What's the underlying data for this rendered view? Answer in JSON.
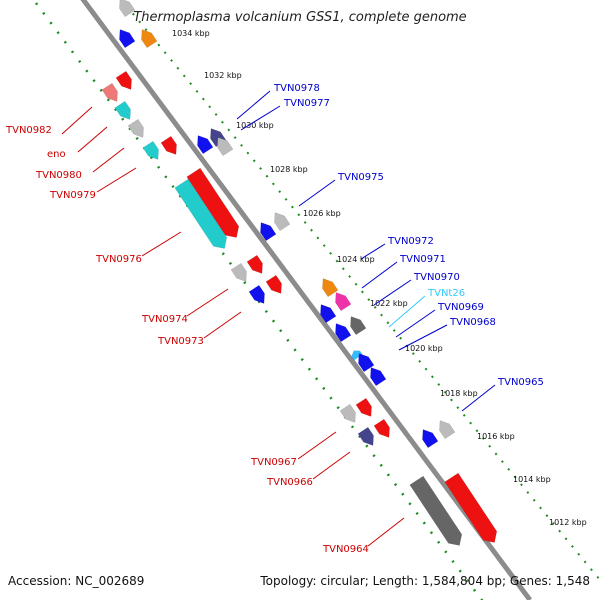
{
  "title": "Thermoplasma volcanium GSS1, complete genome",
  "footer": {
    "accession": "Accession: NC_002689",
    "topology": "Topology: circular; Length: 1,584,804 bp; Genes: 1,548"
  },
  "colors": {
    "backbone": "#8c8c8c",
    "scale_dots": "#1f8c1f",
    "forward_label": "#cc0000",
    "reverse_label": "#0000cc",
    "trna_label": "#33ccff"
  },
  "scale_ticks": [
    "1034 kbp",
    "1032 kbp",
    "1030 kbp",
    "1028 kbp",
    "1026 kbp",
    "1024 kbp",
    "1022 kbp",
    "1020 kbp",
    "1018 kbp",
    "1016 kbp",
    "1014 kbp",
    "1012 kbp"
  ],
  "forward_labels": [
    "TVN0982",
    "eno",
    "TVN0980",
    "TVN0979",
    "TVN0976",
    "TVN0974",
    "TVN0973",
    "TVN0967",
    "TVN0966",
    "TVN0964"
  ],
  "reverse_labels": [
    "TVN0978",
    "TVN0977",
    "TVN0975",
    "TVN0972",
    "TVN0971",
    "TVN0970",
    "TVNt26",
    "TVN0969",
    "TVN0968",
    "TVN0965"
  ],
  "features": [
    {
      "strand": "fwd",
      "color": "red",
      "size": "short"
    },
    {
      "strand": "fwd",
      "color": "pink",
      "size": "short"
    },
    {
      "strand": "fwd",
      "color": "teal",
      "size": "short"
    },
    {
      "strand": "fwd",
      "color": "gray",
      "size": "short"
    },
    {
      "strand": "fwd",
      "color": "teal",
      "size": "short"
    },
    {
      "strand": "fwd",
      "color": "red",
      "size": "short"
    },
    {
      "strand": "fwd",
      "color": "teal",
      "size": "long"
    },
    {
      "strand": "fwd",
      "color": "red",
      "size": "long"
    },
    {
      "strand": "fwd",
      "color": "gray",
      "size": "short"
    },
    {
      "strand": "fwd",
      "color": "red",
      "size": "short"
    },
    {
      "strand": "fwd",
      "color": "blue",
      "size": "short"
    },
    {
      "strand": "fwd",
      "color": "red",
      "size": "short"
    },
    {
      "strand": "fwd",
      "color": "gray",
      "size": "short"
    },
    {
      "strand": "fwd",
      "color": "red",
      "size": "short"
    },
    {
      "strand": "fwd",
      "color": "navy",
      "size": "short"
    },
    {
      "strand": "fwd",
      "color": "red",
      "size": "short"
    },
    {
      "strand": "fwd",
      "color": "darkgray",
      "size": "long"
    },
    {
      "strand": "fwd",
      "color": "red",
      "size": "long"
    },
    {
      "strand": "rev",
      "color": "gray",
      "size": "short"
    },
    {
      "strand": "rev",
      "color": "orange",
      "size": "short"
    },
    {
      "strand": "rev",
      "color": "blue",
      "size": "short"
    },
    {
      "strand": "rev",
      "color": "navy",
      "size": "short"
    },
    {
      "strand": "rev",
      "color": "gray",
      "size": "short"
    },
    {
      "strand": "rev",
      "color": "blue",
      "size": "short"
    },
    {
      "strand": "rev",
      "color": "gray",
      "size": "short"
    },
    {
      "strand": "rev",
      "color": "blue",
      "size": "short"
    },
    {
      "strand": "rev",
      "color": "orange",
      "size": "short"
    },
    {
      "strand": "rev",
      "color": "magenta",
      "size": "short"
    },
    {
      "strand": "rev",
      "color": "darkgray",
      "size": "short"
    },
    {
      "strand": "rev",
      "color": "blue",
      "size": "short"
    },
    {
      "strand": "rev",
      "color": "blue",
      "size": "short"
    },
    {
      "strand": "rev",
      "color": "lightblue",
      "size": "tiny"
    },
    {
      "strand": "rev",
      "color": "blue",
      "size": "short"
    },
    {
      "strand": "rev",
      "color": "blue",
      "size": "short"
    },
    {
      "strand": "rev",
      "color": "gray",
      "size": "short"
    },
    {
      "strand": "rev",
      "color": "blue",
      "size": "short"
    }
  ]
}
